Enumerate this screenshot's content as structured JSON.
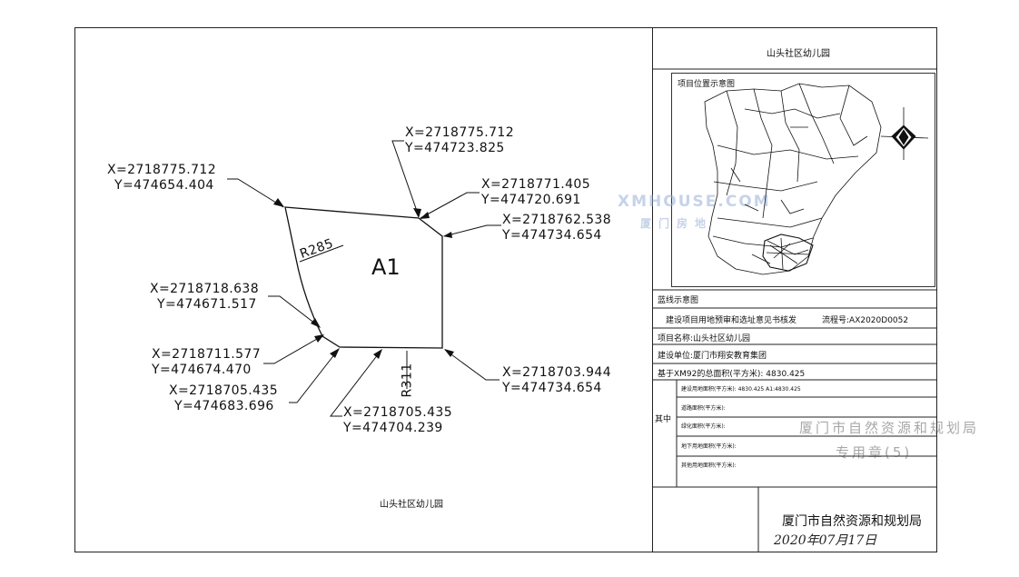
{
  "map": {
    "parcel_label": "A1",
    "radius_labels": [
      "R285",
      "R311"
    ],
    "bottom_title": "山头社区幼儿园",
    "coordinates": [
      {
        "x": "X=2718775.712",
        "y": "Y=474723.825"
      },
      {
        "x": "X=2718775.712",
        "y": "Y=474654.404"
      },
      {
        "x": "X=2718771.405",
        "y": "Y=474720.691"
      },
      {
        "x": "X=2718762.538",
        "y": "Y=474734.654"
      },
      {
        "x": "X=2718718.638",
        "y": "Y=474671.517"
      },
      {
        "x": "X=2718711.577",
        "y": "Y=474674.470"
      },
      {
        "x": "X=2718705.435",
        "y": "Y=474683.696"
      },
      {
        "x": "X=2718703.944",
        "y": "Y=474734.654"
      },
      {
        "x": "X=2718705.435",
        "y": "Y=474704.239"
      }
    ]
  },
  "panel": {
    "title": "山头社区幼儿园",
    "location_map_label": "项目位置示意图",
    "watermark_top": "XMHOUSE.COM",
    "watermark_bottom": "厦门房地",
    "redline_label": "蓝线示意图",
    "approval_label": "建设项目用地预审和选址意见书核发",
    "flow_no": "流程号:AX2020D0052",
    "project_name": "项目名称:山头社区幼儿园",
    "construction_unit": "建设单位:厦门市翔安教育集团",
    "total_area": "基于XM92的总面积(平方米): 4830.425",
    "of_which": "其中",
    "rows": [
      "建设用地面积(平方米): 4830.425  A1:4830.425",
      "道路面积(平方米):",
      "绿化面积(平方米):",
      "地下用地面积(平方米):",
      "其他用地面积(平方米):"
    ],
    "authority": "厦门市自然资源和规划局",
    "date": "2020年07月17日",
    "stamp_text": [
      "厦门市自然资源和规划局",
      "专用章(5)"
    ]
  }
}
